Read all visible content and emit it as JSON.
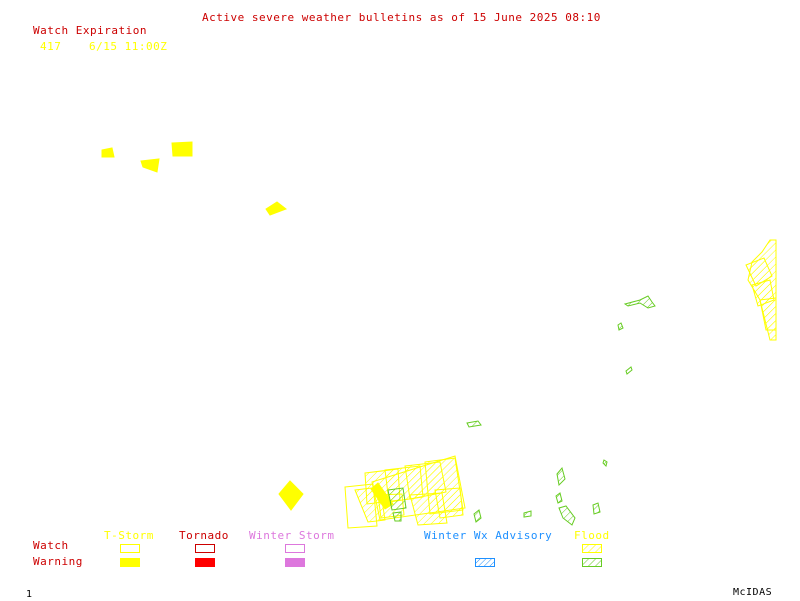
{
  "header": {
    "title": "Active severe weather bulletins as of 15 June 2025 08:10",
    "watch_expiration_label": "Watch Expiration",
    "watch_number": "417",
    "watch_expiry": "6/15 11:00Z"
  },
  "legend": {
    "row_watch": "Watch",
    "row_warning": "Warning",
    "categories": [
      {
        "id": "tstorm",
        "label": "T-Storm",
        "color": "#ffff00"
      },
      {
        "id": "tornado",
        "label": "Tornado",
        "color": "#ff0000"
      },
      {
        "id": "winter_storm",
        "label": "Winter Storm",
        "color": "#dd77dd"
      },
      {
        "id": "winter_wx_advisory",
        "label": "Winter Wx Advisory",
        "color": "#1e90ff"
      },
      {
        "id": "flood",
        "label": "Flood",
        "color": "#66cc22"
      }
    ]
  },
  "footer": {
    "frame_number": "1",
    "brand": "McIDAS"
  },
  "colors": {
    "title_red": "#cc0000",
    "warning_yellow": "#ffff00",
    "flood_green": "#66cc22",
    "background": "#ffffff"
  }
}
